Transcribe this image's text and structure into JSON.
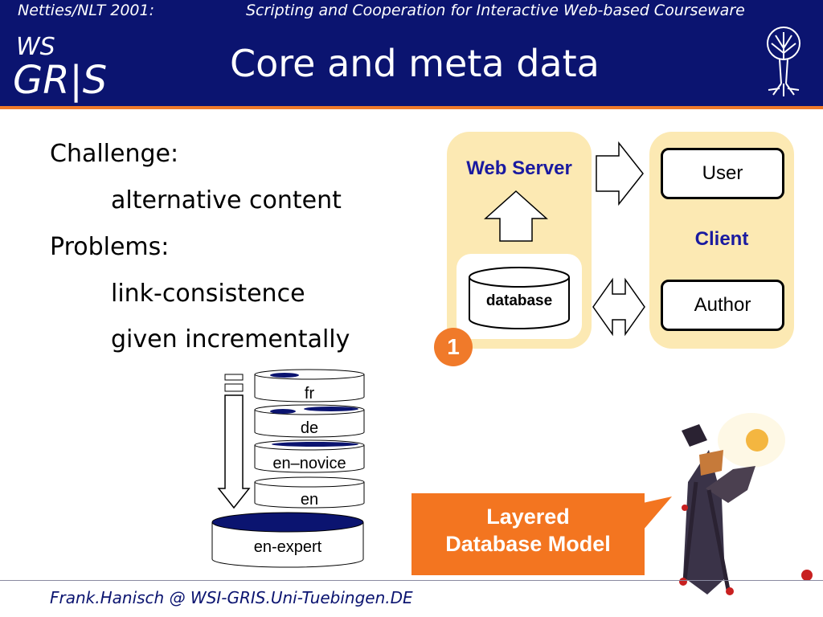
{
  "header": {
    "conference": "Netties/NLT 2001:",
    "subtitle": "Scripting and Cooperation for Interactive Web-based Courseware",
    "title": "Core and meta data",
    "logo_text_top": "WS",
    "logo_text_bottom": "GR|S"
  },
  "bullets": [
    "Challenge:",
    "alternative content",
    "Problems:",
    "link-consistence",
    "given incrementally"
  ],
  "diagram": {
    "web_server": "Web Server",
    "database": "database",
    "client": "Client",
    "user": "User",
    "author": "Author",
    "step_badge": "1"
  },
  "layers": [
    "fr",
    "de",
    "en–novice",
    "en",
    "en-expert"
  ],
  "callout": {
    "line1": "Layered",
    "line2": "Database Model"
  },
  "footer": "Frank.Hanisch @ WSI-GRIS.Uni-Tuebingen.DE",
  "colors": {
    "header_bg": "#0b1470",
    "accent_orange": "#f37520",
    "panel_bg": "#fce9b3",
    "label_blue": "#1a1aa0"
  }
}
